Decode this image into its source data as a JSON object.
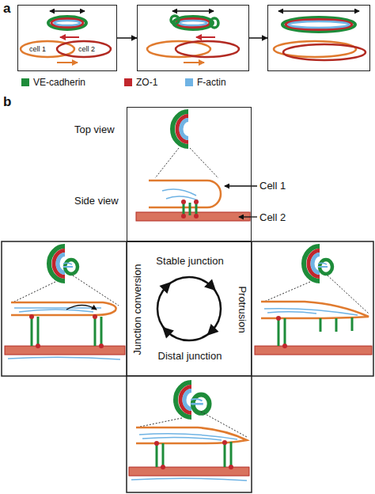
{
  "diagram": {
    "nodes": [
      {
        "text": [
          "cell 1",
          "cell 2"
        ]
      },
      {
        "text": []
      },
      {
        "text": []
      },
      {
        "text": [
          "Top view",
          "Side view",
          "Cell 1",
          "Cell 2"
        ]
      },
      {
        "text": [
          "Stable junction",
          "Protrusion",
          "Distal junction",
          "Junction conversion"
        ]
      }
    ],
    "edges": [
      {
        "from": 0,
        "to": 1,
        "arrow": "to"
      },
      {
        "from": 1,
        "to": 2,
        "arrow": "to"
      }
    ],
    "labels": [
      "a",
      "b"
    ],
    "legend": [
      {
        "text": "VE-cadherin",
        "color": "#1e8c3a"
      },
      {
        "text": "ZO-1",
        "color": "#c1272d"
      },
      {
        "text": "F-actin",
        "color": "#6fb3e4"
      }
    ]
  }
}
